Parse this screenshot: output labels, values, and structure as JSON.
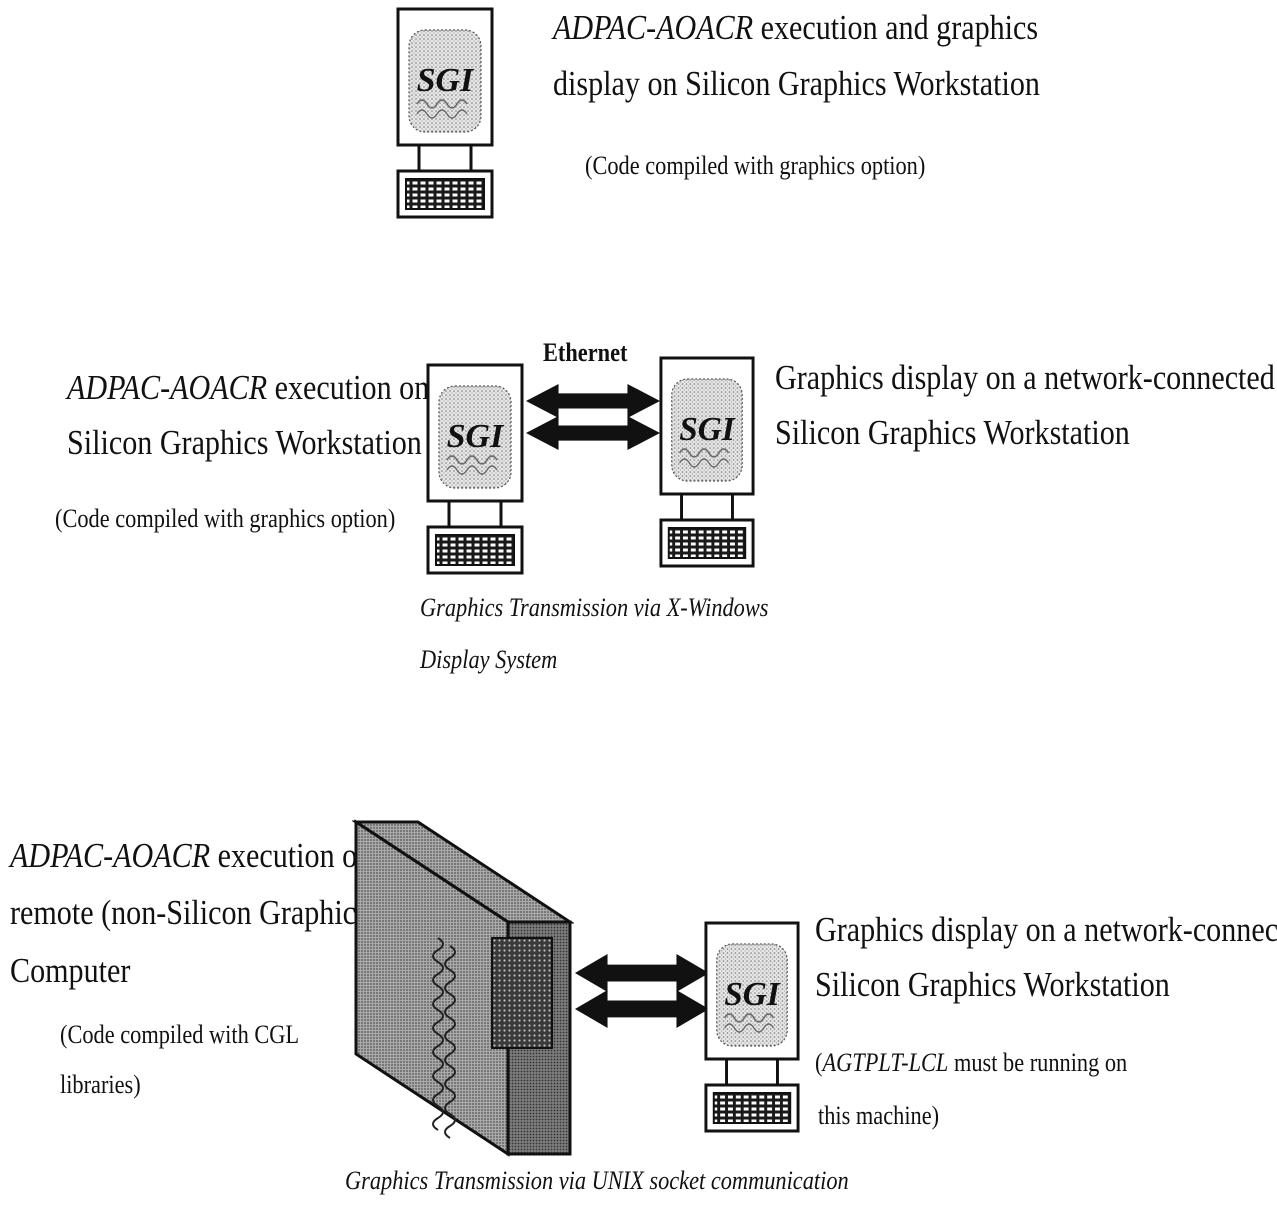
{
  "section_local": {
    "machine_logo": "SGI",
    "desc_prefix": "ADPAC-AOACR",
    "desc_line1_suffix": " execution and graphics",
    "desc_line2": "display on Silicon Graphics Workstation",
    "note": "(Code compiled with graphics option)"
  },
  "section_xwindows": {
    "left_logo": "SGI",
    "right_logo": "SGI",
    "link_label": "Ethernet",
    "left_prefix": "ADPAC-AOACR",
    "left_line1_suffix": " execution on",
    "left_line2": "Silicon Graphics Workstation",
    "left_note": "(Code compiled with graphics option)",
    "right_line1": "Graphics display on a network-connected",
    "right_line2": "Silicon Graphics Workstation",
    "caption_line1": "Graphics Transmission via X-Windows",
    "caption_line2": "Display System"
  },
  "section_socket": {
    "right_logo": "SGI",
    "left_prefix": "ADPAC-AOACR",
    "left_line1_suffix": " execution on",
    "left_line2": "remote (non-Silicon Graphics)",
    "left_line3": "Computer",
    "left_note_line1": "(Code compiled with CGL",
    "left_note_line2": "libraries)",
    "right_line1": "Graphics display on a network-connected",
    "right_line2": "Silicon Graphics Workstation",
    "right_note_prefix": "(",
    "right_note_italic": "AGTPLT-LCL",
    "right_note_suffix": " must be running on",
    "right_note_line2": "this machine)",
    "caption": "Graphics Transmission via UNIX socket communication"
  },
  "colors": {
    "ink": "#111111",
    "screen_pattern": "#9a9a9a",
    "host_shade": "#8a8a8a"
  },
  "icons": [
    "sgi-workstation-icon",
    "remote-computer-icon",
    "bidirectional-arrow-icon",
    "keyboard-icon"
  ]
}
